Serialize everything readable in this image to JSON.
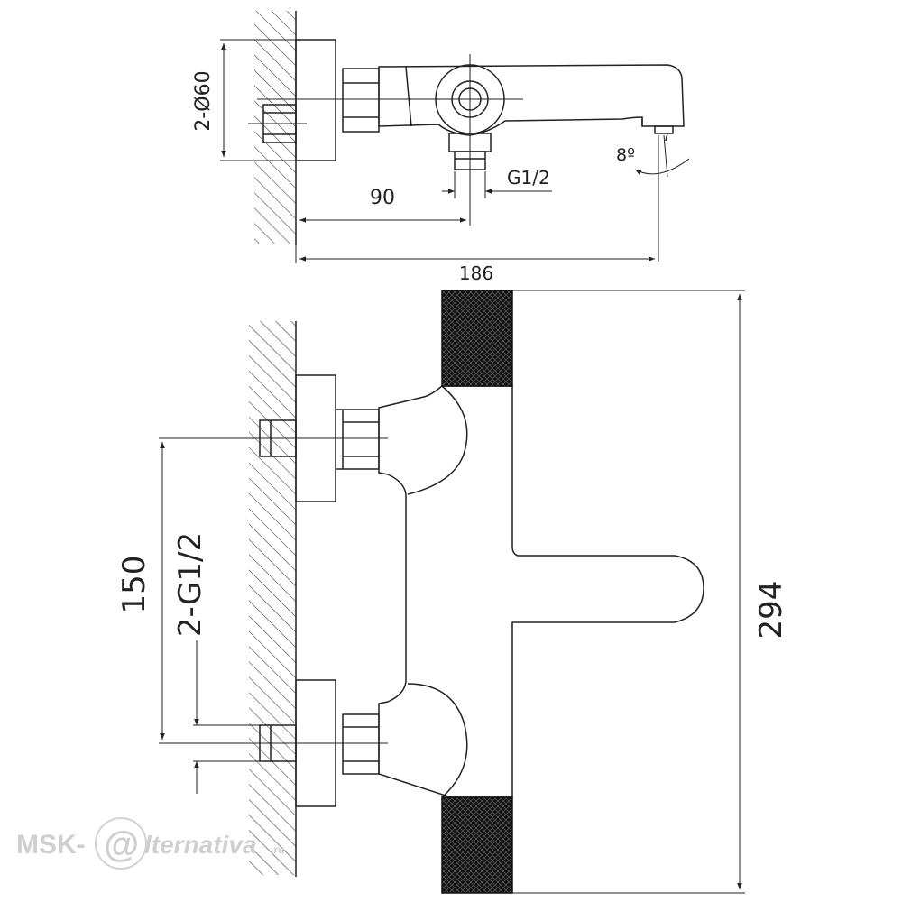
{
  "drawing": {
    "top_view": {
      "flange_diameter": "2-Ø60",
      "connection_thread": "G1/2",
      "spout_angle": "8º",
      "inlet_depth": "90",
      "overall_depth": "186"
    },
    "front_view": {
      "inlet_spacing": "150",
      "inlet_thread": "2-G1/2",
      "overall_height": "294"
    }
  },
  "watermark": {
    "brand_left": "MSK-",
    "brand_mark": "@",
    "brand_right": "lternativa",
    "suffix": ".ru"
  },
  "colors": {
    "line": "#222222",
    "hatch": "#444444",
    "knurl": "#1a1a1a",
    "watermark": "#cfcfcf"
  }
}
